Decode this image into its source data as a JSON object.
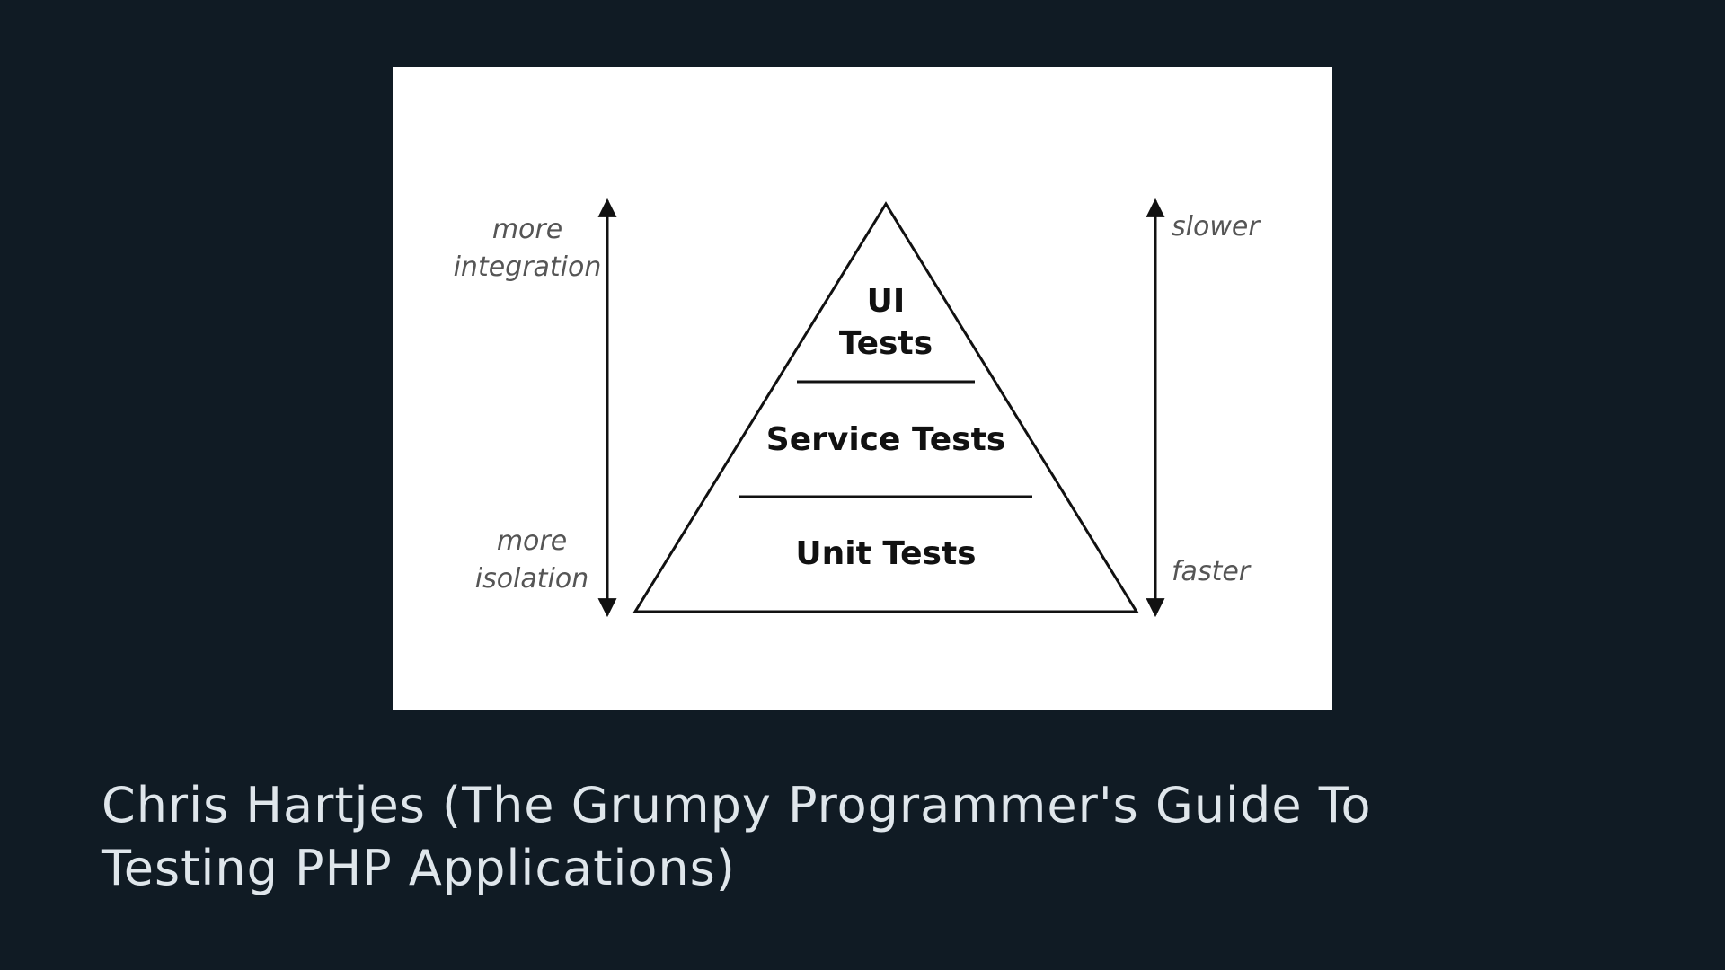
{
  "diagram": {
    "left_labels": {
      "top_line1": "more",
      "top_line2": "integration",
      "bottom_line1": "more",
      "bottom_line2": "isolation"
    },
    "right_labels": {
      "top": "slower",
      "bottom": "faster"
    },
    "layers": {
      "top_line1": "UI",
      "top_line2": "Tests",
      "middle": "Service Tests",
      "bottom": "Unit Tests"
    }
  },
  "caption": {
    "line1": "Chris Hartjes (The Grumpy Programmer's Guide To",
    "line2": "Testing PHP Applications)"
  }
}
